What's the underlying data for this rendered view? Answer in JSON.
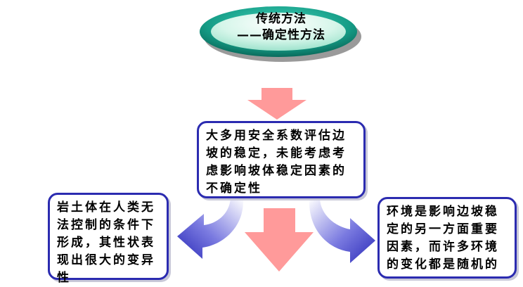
{
  "oval": {
    "line1": "传统方法",
    "line2": "——确定性方法"
  },
  "center_box": {
    "text": "大多用安全系数评估边\n坡的稳定，未能考虑考\n虑影响坡体稳定因素的\n不确定性"
  },
  "left_box": {
    "text": "岩土体在人类无\n法控制的条件下\n形成，其性状表\n现出很大的变异\n性"
  },
  "right_box": {
    "text": "环境是影响边坡稳\n定的另一方面重要\n因素，而许多环境\n的变化都是随机的"
  },
  "colors": {
    "oval_outer": "#1a9e8a",
    "oval_inner": "#c4f0e2",
    "box_border": "#2b2bb0",
    "pink_arrow": "#ff9a9a",
    "blue_arrow": "#3a3ac8"
  }
}
